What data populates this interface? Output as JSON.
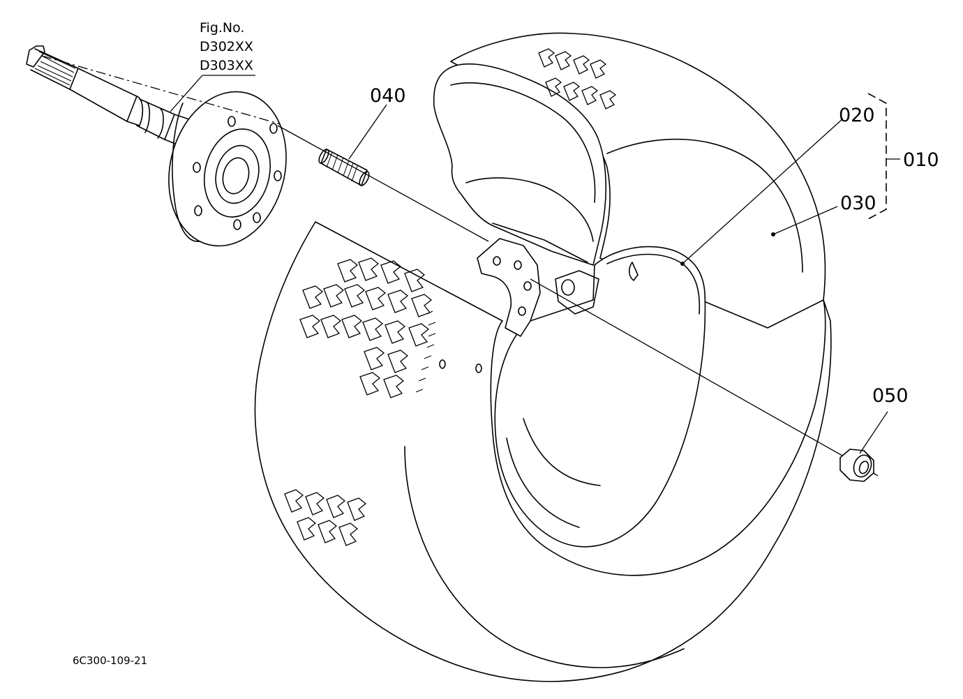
{
  "figure": {
    "fig_no_label": "Fig.No.",
    "fig_no_1": "D302XX",
    "fig_no_2": "D303XX",
    "drawing_code": "6C300-109-21"
  },
  "callouts": {
    "p010": "010",
    "p020": "020",
    "p030": "030",
    "p040": "040",
    "p050": "050"
  },
  "colors": {
    "line": "#000000",
    "background": "#ffffff"
  }
}
